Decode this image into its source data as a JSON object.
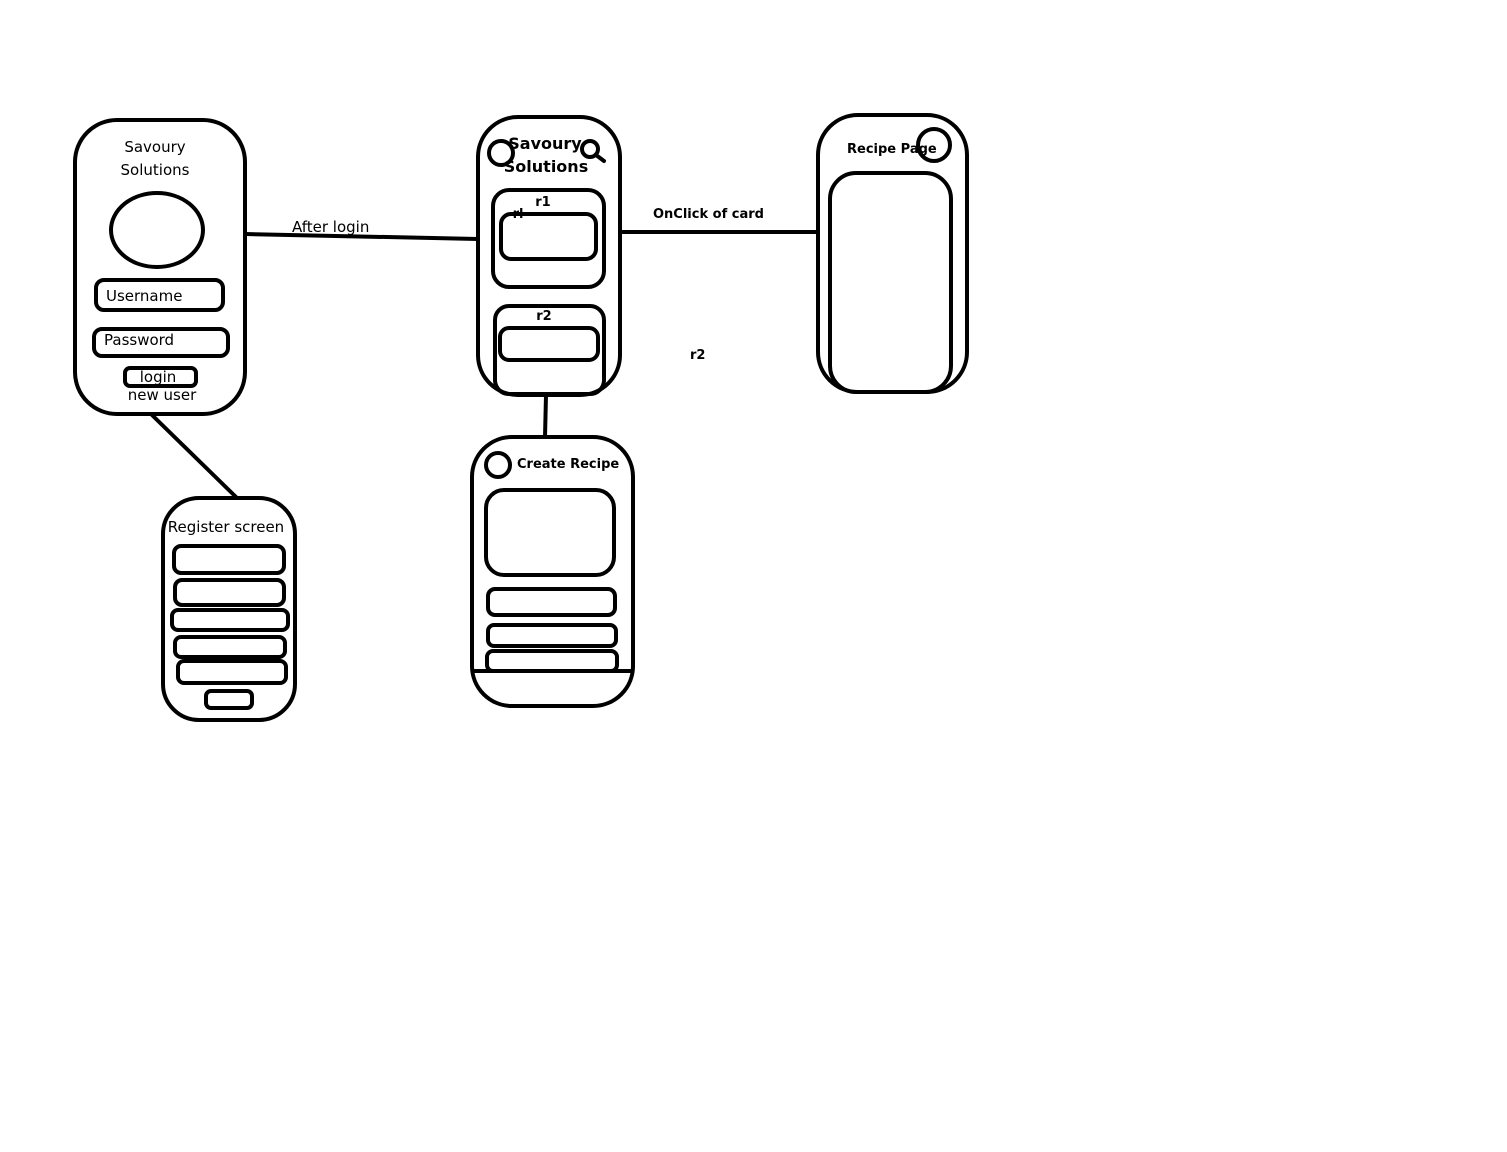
{
  "login_screen": {
    "title_line1": "Savoury",
    "title_line2": "Solutions",
    "username_label": "Username",
    "password_label": "Password",
    "login_label": "login",
    "new_user_label": "new user"
  },
  "register_screen": {
    "title": "Register screen"
  },
  "home_screen": {
    "title_line1": "Savoury",
    "title_line2": "Solutions",
    "card1_label": "r1",
    "card1_inner_label": "rl",
    "card2_label": "r2"
  },
  "create_recipe_screen": {
    "title": "Create Recipe"
  },
  "recipe_page_screen": {
    "title": "Recipe Page"
  },
  "connectors": {
    "after_login_label": "After login",
    "onclick_card_label": "OnClick of card",
    "stray_label": "r2"
  }
}
